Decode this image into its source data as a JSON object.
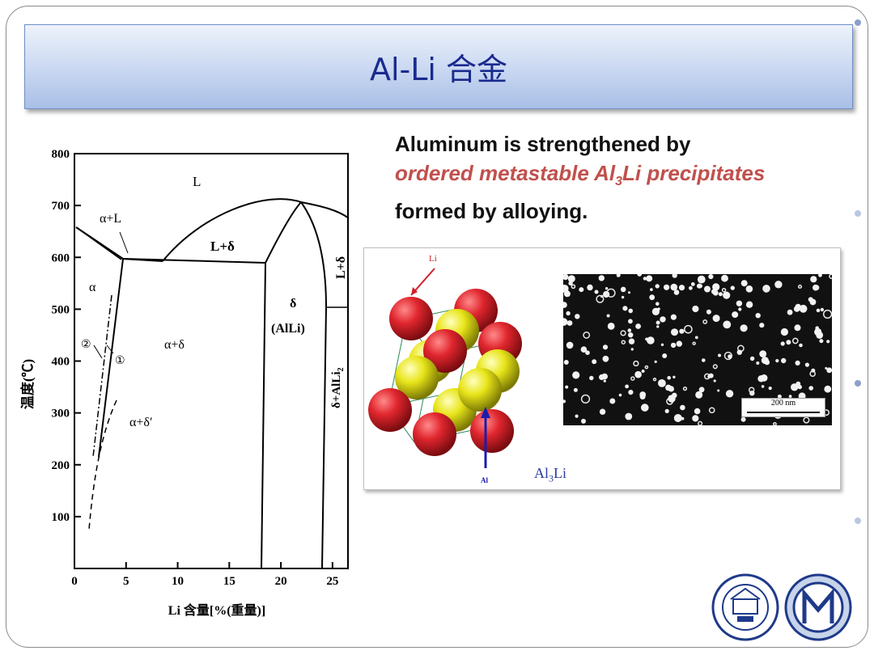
{
  "slide": {
    "title": "Al-Li 合金"
  },
  "description": {
    "line1": "Aluminum is strengthened by",
    "line2_prefix": "ordered metastable Al",
    "line2_sub": "3",
    "line2_suffix": "Li precipitates",
    "line3": "formed by alloying."
  },
  "phase_diagram": {
    "y_axis_label": "温度(℃)",
    "x_axis_label": "Li 含量[%(重量)]",
    "y_ticks": [
      "800",
      "700",
      "600",
      "500",
      "400",
      "300",
      "200",
      "100"
    ],
    "x_ticks": [
      "0",
      "5",
      "10",
      "15",
      "20",
      "25"
    ],
    "regions": {
      "L": "L",
      "alpha_L": "α+L",
      "L_delta": "L+δ",
      "L_delta_v": "L+δ",
      "alpha": "α",
      "alpha_delta": "α+δ",
      "alpha_delta_prime": "α+δ′",
      "delta": "δ",
      "alli": "(AlLi)",
      "delta_al_li2": "δ+AlLi",
      "delta_al_li2_sub": "2",
      "mark1": "①",
      "mark2": "②"
    }
  },
  "crystal_figure": {
    "li_label": "Li",
    "al_label": "Al",
    "compound_prefix": "Al",
    "compound_sub": "3",
    "compound_suffix": "Li",
    "scale_bar": "200 nm",
    "colors": {
      "li": "#e0262e",
      "al": "#e8e51a",
      "arrow_li": "#d0202a",
      "arrow_al": "#1b1bb0"
    }
  },
  "logos": {
    "left": "shanghai-jiao-tong-university-seal",
    "right": "school-emblem"
  }
}
